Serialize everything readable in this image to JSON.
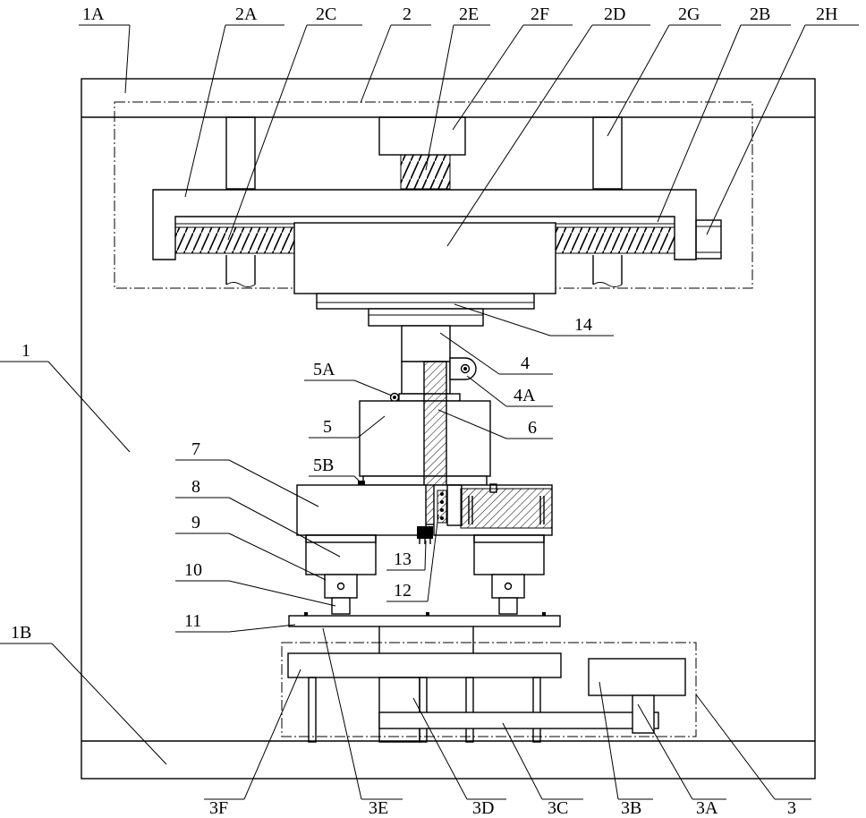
{
  "labels": {
    "l1A": "1A",
    "l2A": "2A",
    "l2C": "2C",
    "l2": "2",
    "l2E": "2E",
    "l2F": "2F",
    "l2D": "2D",
    "l2G": "2G",
    "l2B": "2B",
    "l2H": "2H",
    "l1": "1",
    "l14": "14",
    "l4": "4",
    "l4A": "4A",
    "l5A": "5A",
    "l5": "5",
    "l6": "6",
    "l5B": "5B",
    "l7": "7",
    "l8": "8",
    "l9": "9",
    "l13": "13",
    "l12": "12",
    "l10": "10",
    "l11": "11",
    "l1B": "1B",
    "l3F": "3F",
    "l3E": "3E",
    "l3D": "3D",
    "l3C": "3C",
    "l3B": "3B",
    "l3A": "3A",
    "l3": "3"
  },
  "colors": {
    "line": "#000000",
    "background": "#ffffff"
  }
}
